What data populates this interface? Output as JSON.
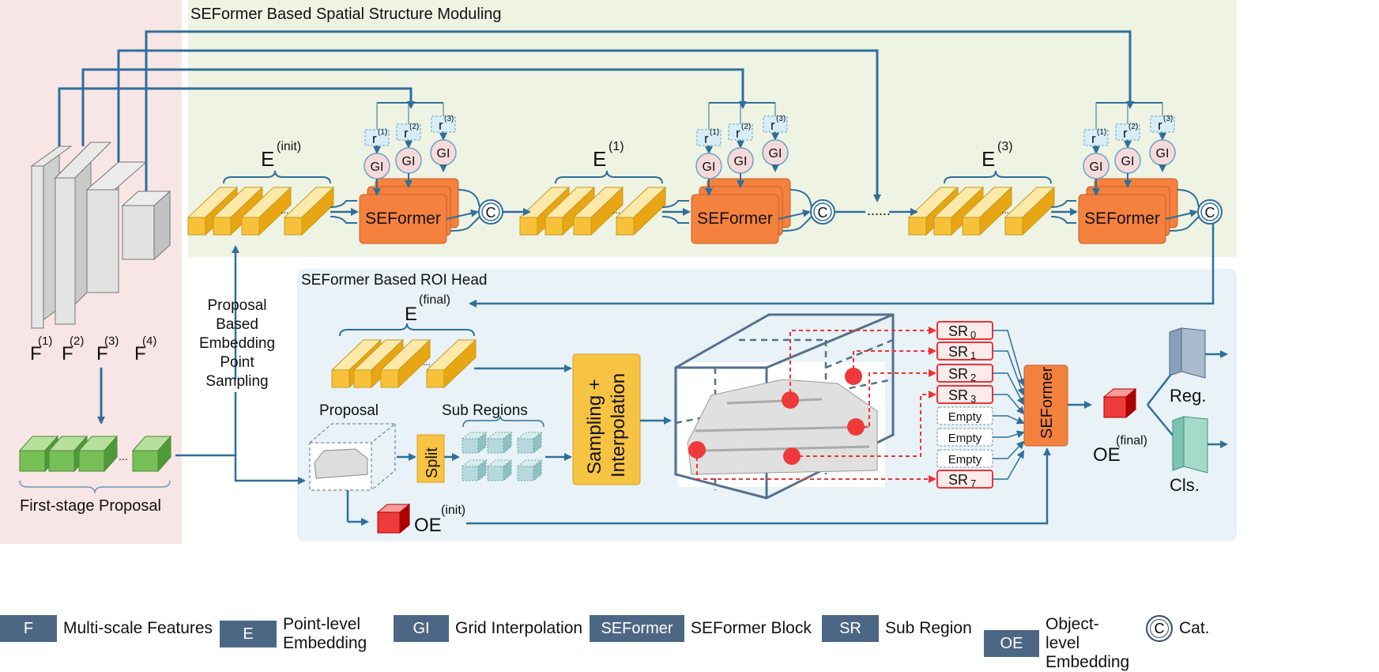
{
  "titles": {
    "top_section": "SEFormer Based Spatial Structure Moduling",
    "roi_section": "SEFormer Based ROI Head"
  },
  "features": {
    "F1": "F",
    "F1_sup": "(1)",
    "F2": "F",
    "F2_sup": "(2)",
    "F3": "F",
    "F3_sup": "(3)",
    "F4": "F",
    "F4_sup": "(4)"
  },
  "first_stage_label": "First-stage Proposal",
  "sampling_label": [
    "Proposal",
    "Based",
    "Embedding",
    "Point",
    "Sampling"
  ],
  "stages": [
    {
      "E": "E",
      "sup": "(init)",
      "block": "SEFormer"
    },
    {
      "E": "E",
      "sup": "(1)",
      "block": "SEFormer"
    },
    {
      "E": "E",
      "sup": "(3)",
      "block": "SEFormer"
    }
  ],
  "r_labels": {
    "r": "r",
    "sup1": "(1)",
    "sup2": "(2)",
    "sup3": "(3)"
  },
  "gi": "GI",
  "cat": "C",
  "ellipsis": "......",
  "dots": "...",
  "roi": {
    "E": "E",
    "E_sup": "(final)",
    "proposal": "Proposal",
    "sub_regions": "Sub Regions",
    "split": "Split",
    "sampling": "Sampling +",
    "interpolation": "Interpolation",
    "oe_init": "OE",
    "oe_init_sup": "(init)",
    "oe_final": "OE",
    "oe_final_sup": "(final)",
    "seformer": "SEFormer",
    "reg": "Reg.",
    "cls": "Cls."
  },
  "subregions": [
    {
      "label": "SR",
      "sub": "0",
      "type": "sr"
    },
    {
      "label": "SR",
      "sub": "1",
      "type": "sr"
    },
    {
      "label": "SR",
      "sub": "2",
      "type": "sr"
    },
    {
      "label": "SR",
      "sub": "3",
      "type": "sr"
    },
    {
      "label": "Empty",
      "sub": "",
      "type": "empty"
    },
    {
      "label": "Empty",
      "sub": "",
      "type": "empty"
    },
    {
      "label": "Empty",
      "sub": "",
      "type": "empty"
    },
    {
      "label": "SR",
      "sub": "7",
      "type": "sr"
    }
  ],
  "legend": [
    {
      "key": "F",
      "text": "Multi-scale Features"
    },
    {
      "key": "E",
      "text": "Point-level Embedding"
    },
    {
      "key": "GI",
      "text": "Grid Interpolation"
    },
    {
      "key": "SEFormer",
      "text": "SEFormer Block"
    },
    {
      "key": "SR",
      "text": "Sub Region"
    },
    {
      "key": "OE",
      "text": "Object-level Embedding"
    },
    {
      "key": "C",
      "text": "Cat."
    }
  ],
  "colors": {
    "pink_panel": "#f8e5e6",
    "green_panel": "#eef3e4",
    "blue_panel": "#e8f2f7",
    "arrow": "#2f6f9a",
    "seformer": "#f5813f",
    "yellow_block": "#f7c23a",
    "green_block": "#6cb04e",
    "red_dot": "#ee3a3a",
    "legend_box": "#4c6784",
    "sampling_box": "#f7c342"
  }
}
